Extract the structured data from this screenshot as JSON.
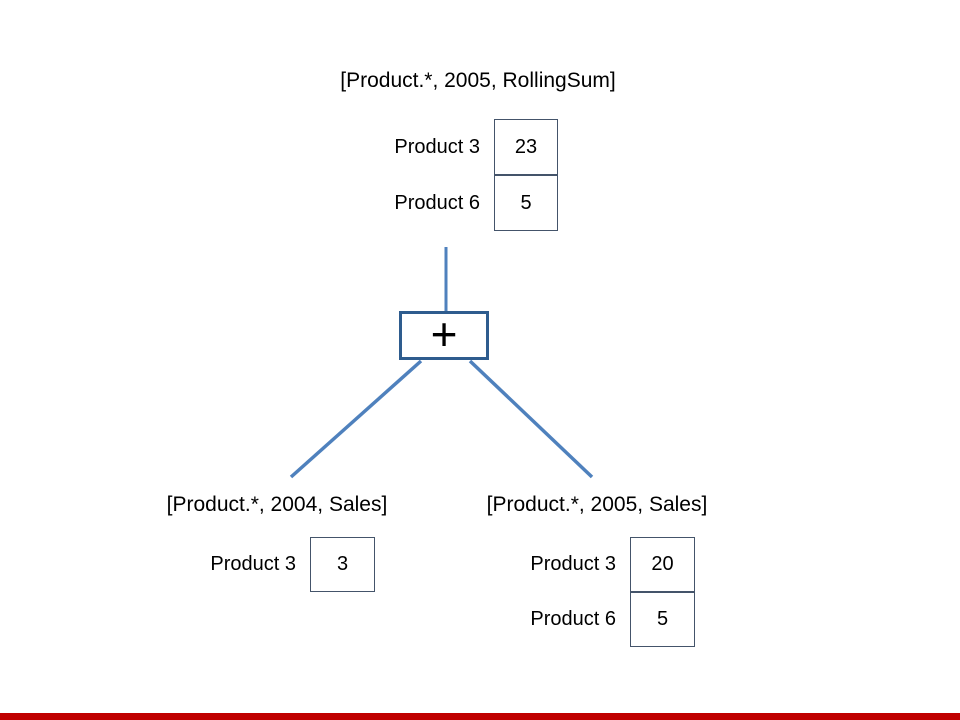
{
  "diagram": {
    "operator_symbol": "+",
    "result_node": {
      "title": "[Product.*, 2005, RollingSum]",
      "rows": [
        {
          "label": "Product 3",
          "value": "23"
        },
        {
          "label": "Product 6",
          "value": "5"
        }
      ]
    },
    "left_node": {
      "title": "[Product.*, 2004, Sales]",
      "rows": [
        {
          "label": "Product 3",
          "value": "3"
        }
      ]
    },
    "right_node": {
      "title": "[Product.*, 2005, Sales]",
      "rows": [
        {
          "label": "Product 3",
          "value": "20"
        },
        {
          "label": "Product 6",
          "value": "5"
        }
      ]
    }
  },
  "colors": {
    "connector_line": "#4f81bd",
    "operator_border": "#2e5c8e",
    "cell_border": "#44546a",
    "text": "#000000",
    "background": "#ffffff",
    "footer_bar": "#c00000"
  }
}
